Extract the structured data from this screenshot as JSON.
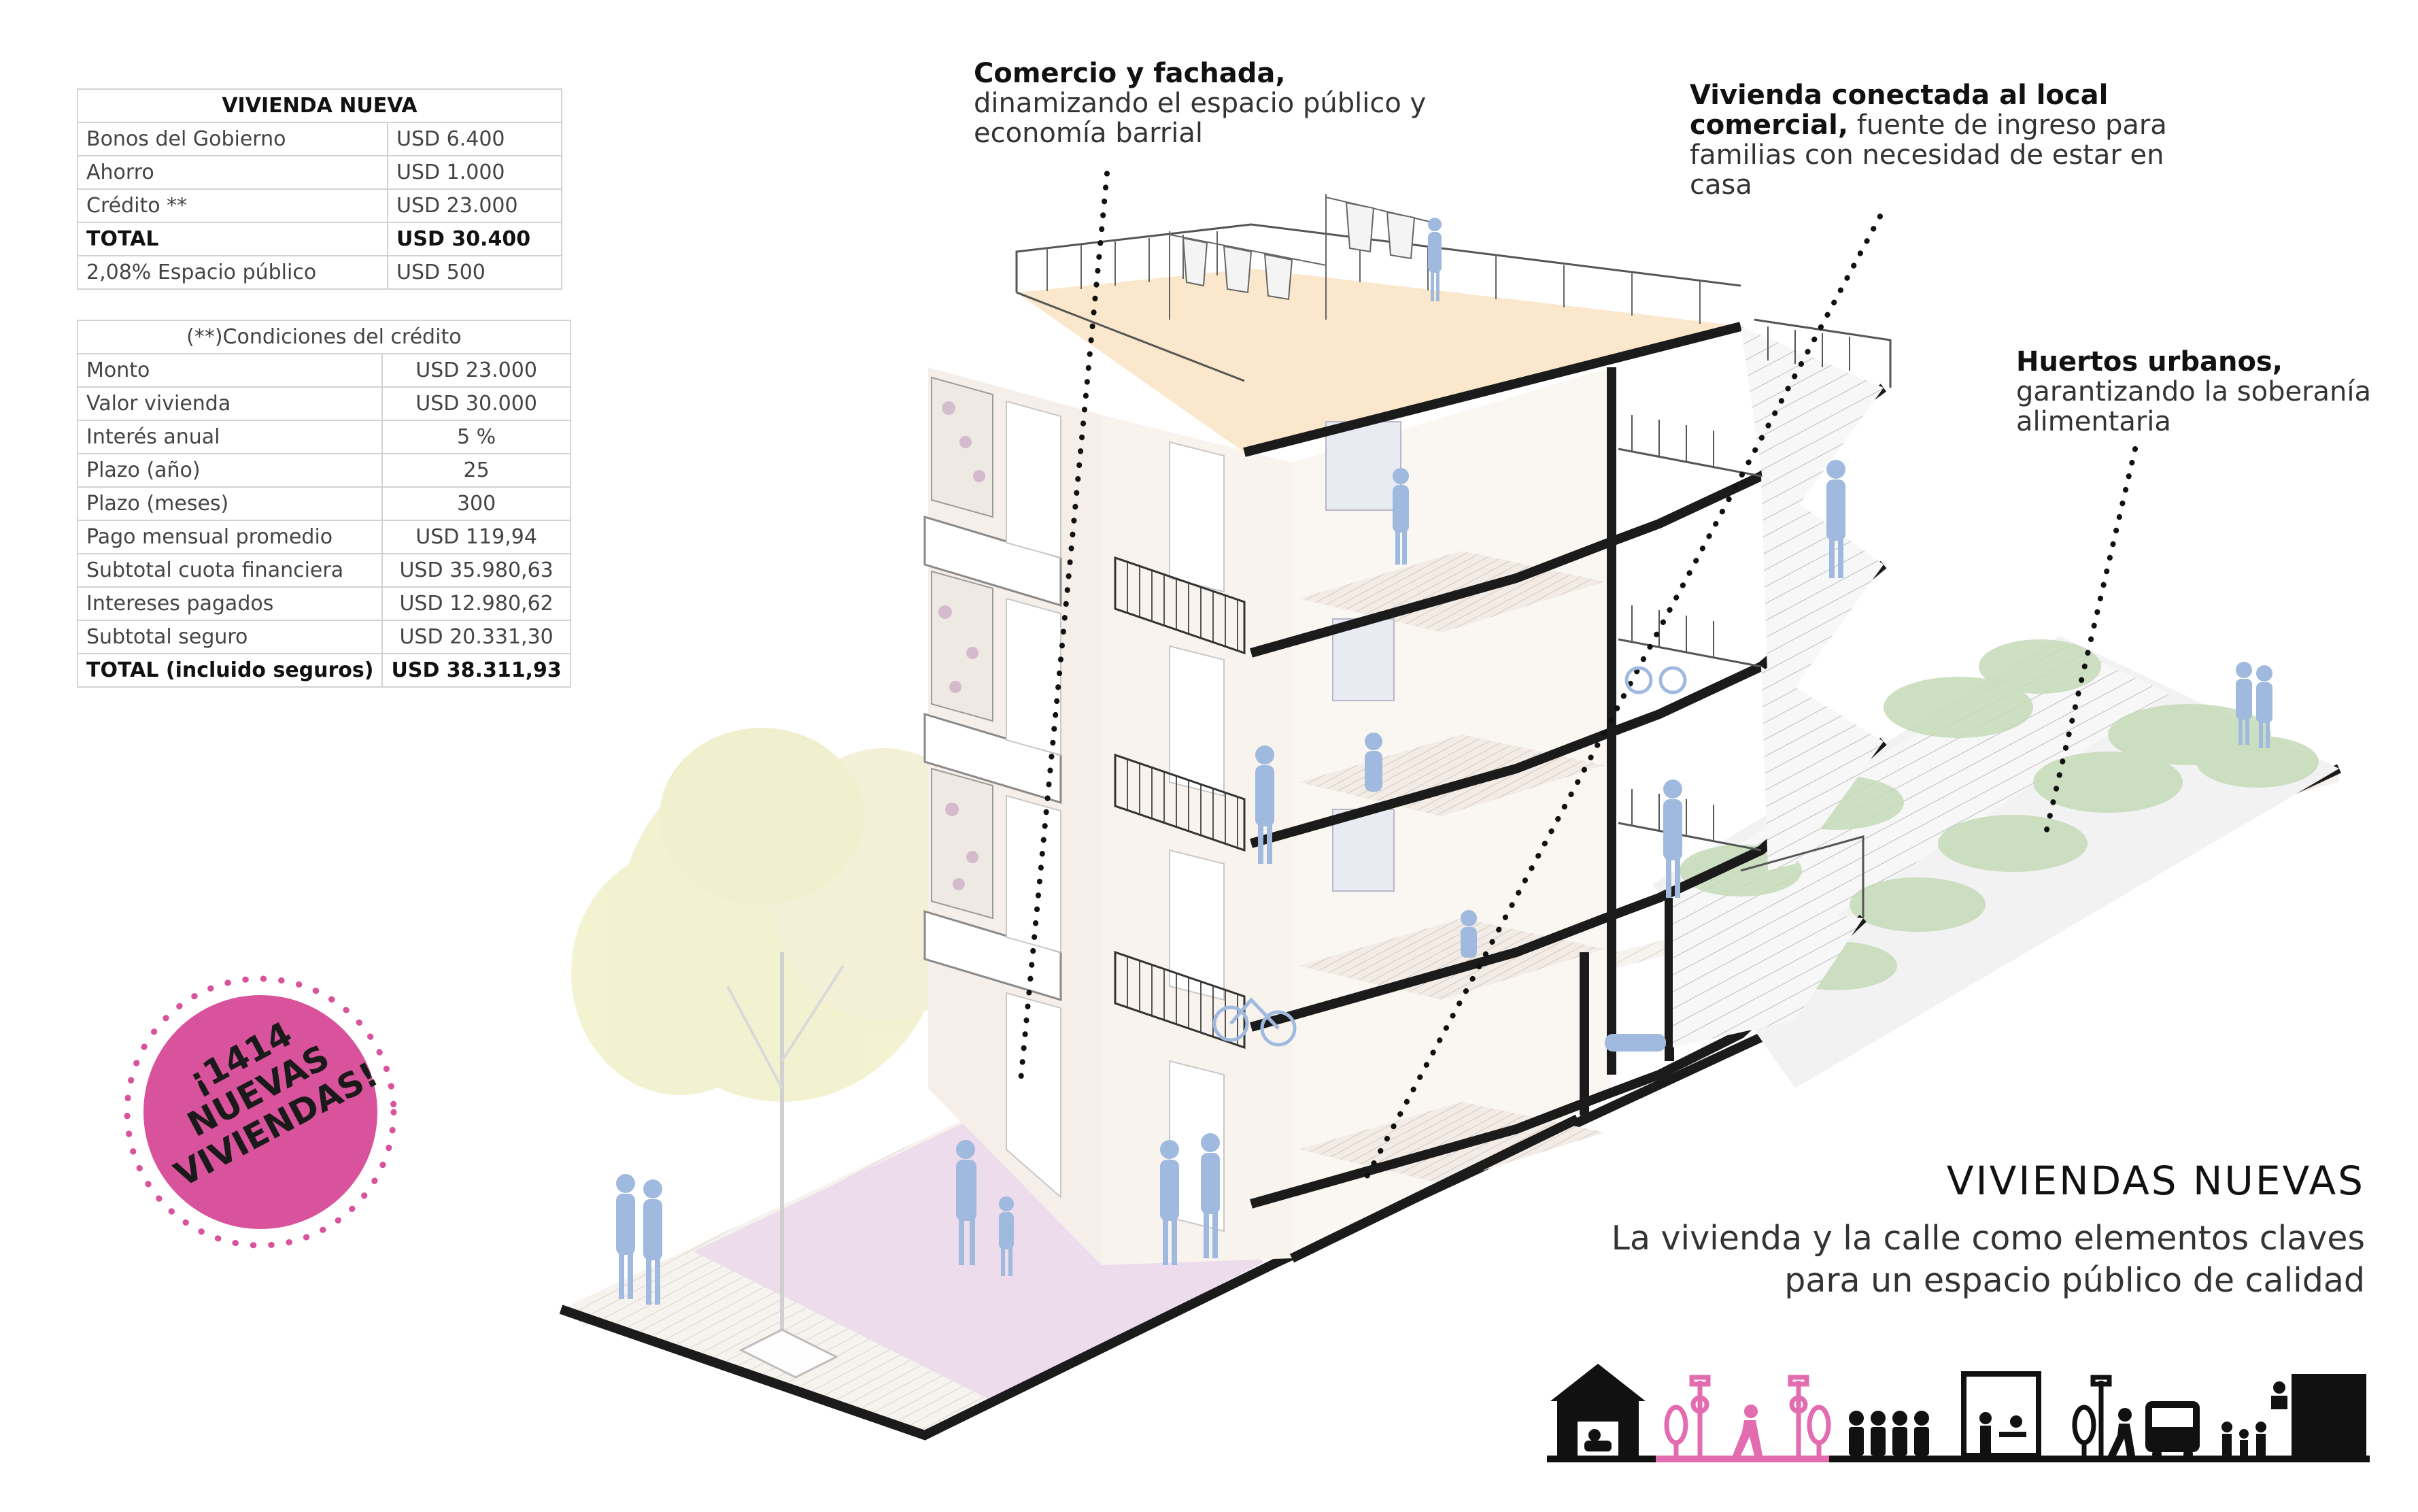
{
  "table_vivienda": {
    "title": "VIVIENDA NUEVA",
    "rows": [
      {
        "label": "Bonos del Gobierno",
        "value": "USD 6.400"
      },
      {
        "label": "Ahorro",
        "value": "USD 1.000"
      },
      {
        "label": "Crédito **",
        "value": "USD 23.000"
      },
      {
        "label": "TOTAL",
        "value": "USD 30.400"
      },
      {
        "label": "2,08% Espacio público",
        "value": "USD 500"
      }
    ]
  },
  "table_credito": {
    "title": "(**)Condiciones del crédito",
    "rows": [
      {
        "label": "Monto",
        "value": "USD 23.000"
      },
      {
        "label": "Valor vivienda",
        "value": "USD 30.000"
      },
      {
        "label": "Interés anual",
        "value": "5 %"
      },
      {
        "label": "Plazo (año)",
        "value": "25"
      },
      {
        "label": "Plazo (meses)",
        "value": "300"
      },
      {
        "label": "Pago mensual promedio",
        "value": "USD 119,94"
      },
      {
        "label": "Subtotal cuota financiera",
        "value": "USD 35.980,63"
      },
      {
        "label": "Intereses pagados",
        "value": "USD 12.980,62"
      },
      {
        "label": "Subtotal seguro",
        "value": "USD 20.331,30"
      },
      {
        "label": "TOTAL (incluido seguros)",
        "value": "USD 38.311,93"
      }
    ]
  },
  "annotations": {
    "comercio": {
      "bold": "Comercio y fachada,",
      "rest": "dinamizando el espacio público y economía barrial"
    },
    "vivienda": {
      "bold": "Vivienda conectada al local comercial,",
      "rest": "fuente de ingreso para familias con necesidad de estar en casa"
    },
    "huertos": {
      "bold": "Huertos urbanos,",
      "rest": "garantizando la soberanía alimentaria"
    }
  },
  "title": {
    "main": "VIVIENDAS NUEVAS",
    "line1": "La vivienda y la calle como elementos claves",
    "line2": "para un espacio público de calidad"
  },
  "badge": {
    "line1": "¡1414",
    "line2": "NUEVAS",
    "line3": "VIVIENDAS!"
  },
  "colors": {
    "badge": "#d9539c",
    "figures": "#9fb9df",
    "plaza": "#ecd9ec",
    "roof": "#f8e5c8",
    "tree": "#f0f0cc",
    "pink_icons": "#e36bb0"
  },
  "icons": [
    "house-icon",
    "street-lamp-icon",
    "tree-icon",
    "runner-icon",
    "people-group-icon",
    "market-stall-icon",
    "bus-icon",
    "family-icon",
    "building-icon"
  ]
}
